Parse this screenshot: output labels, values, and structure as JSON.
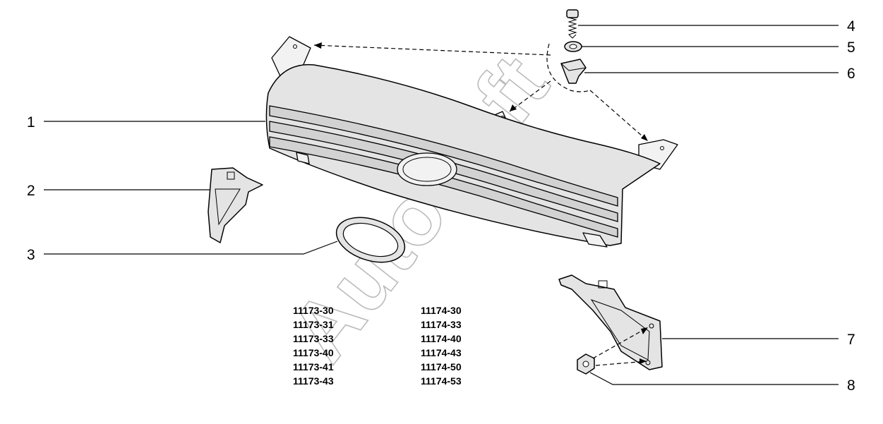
{
  "watermark": "AutoSoft",
  "callouts": [
    "1",
    "2",
    "3",
    "4",
    "5",
    "6",
    "7",
    "8"
  ],
  "applicable_models": {
    "left": [
      "11173-30",
      "11173-31",
      "11173-33",
      "11173-40",
      "11173-41",
      "11173-43"
    ],
    "right": [
      "11174-30",
      "11174-33",
      "11174-40",
      "11174-43",
      "11174-50",
      "11174-53"
    ]
  },
  "colors": {
    "line": "#000000",
    "part_fill": "#e4e4e4",
    "watermark": "#bbbbbb"
  }
}
